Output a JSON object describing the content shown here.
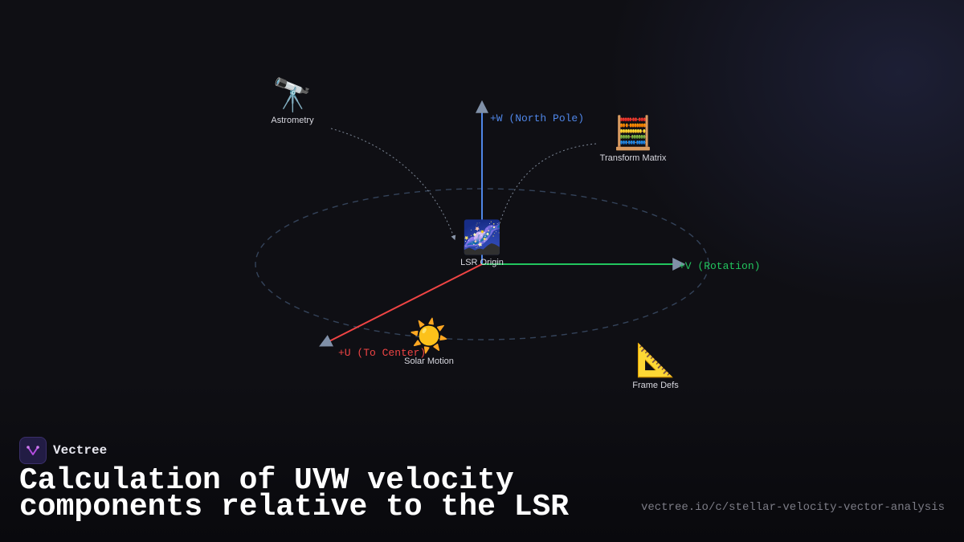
{
  "axes": {
    "w_label": "+W (North Pole)",
    "v_label": "+V (Rotation)",
    "u_label": "+U (To Center)"
  },
  "colors": {
    "w_axis": "#4f86e8",
    "v_axis": "#22c55e",
    "u_axis": "#ef4444",
    "arrowhead": "#8090a8",
    "orbit": "#3a4a5e"
  },
  "nodes": {
    "astrometry": {
      "label": "Astrometry",
      "icon": "telescope-icon",
      "glyph": "🔭"
    },
    "transform": {
      "label": "Transform Matrix",
      "icon": "abacus-icon",
      "glyph": "🧮"
    },
    "lsr": {
      "label": "LSR Origin",
      "icon": "milky-way-icon",
      "glyph": "🌌"
    },
    "solar": {
      "label": "Solar Motion",
      "icon": "sun-icon",
      "glyph": "☀️"
    },
    "frames": {
      "label": "Frame Defs",
      "icon": "triangular-ruler-icon",
      "glyph": "📐"
    }
  },
  "footer": {
    "brand": "Vectree",
    "title": "Calculation of UVW velocity components relative to the LSR",
    "url": "vectree.io/c/stellar-velocity-vector-analysis"
  }
}
